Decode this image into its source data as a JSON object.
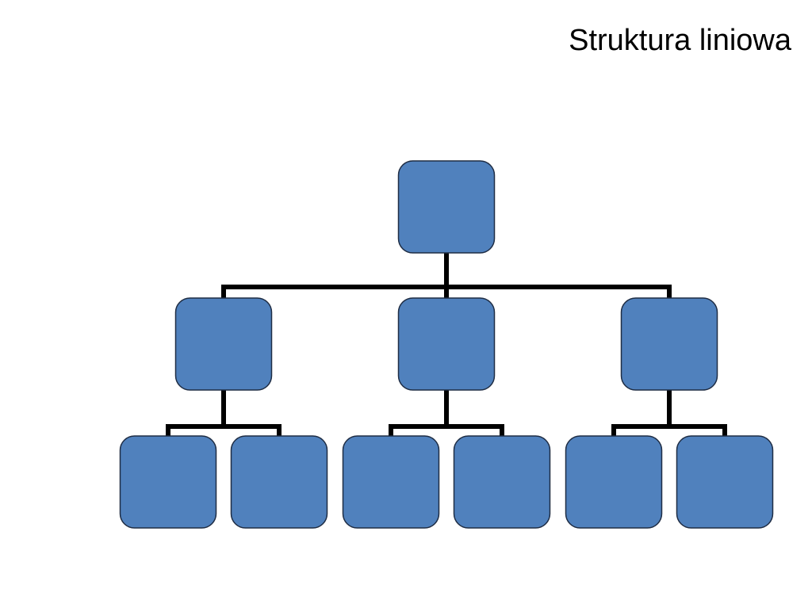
{
  "slide": {
    "title": "Struktura liniowa"
  },
  "diagram": {
    "type": "org-chart",
    "structure": {
      "root": 1,
      "level1": 3,
      "children_per_level1": 2
    },
    "colors": {
      "box_fill": "#5081bd",
      "box_stroke": "#1f2d44",
      "connector": "#000000"
    }
  }
}
